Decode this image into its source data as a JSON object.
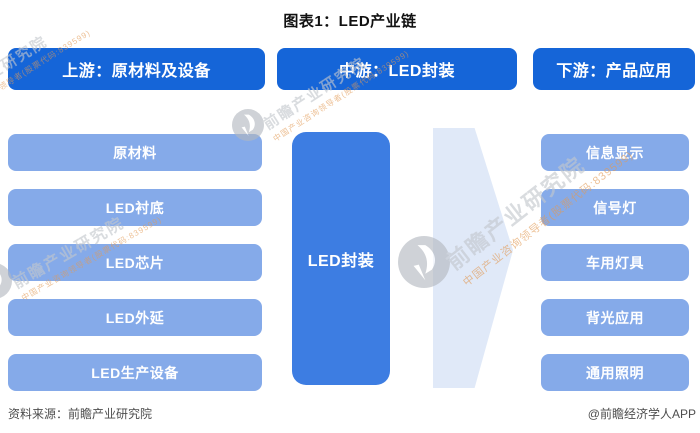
{
  "title": "图表1：LED产业链",
  "columns": {
    "upstream": {
      "header": "上游：原材料及设备",
      "items": [
        "原材料",
        "LED衬底",
        "LED芯片",
        "LED外延",
        "LED生产设备"
      ]
    },
    "midstream": {
      "header": "中游：LED封装",
      "box": "LED封装"
    },
    "downstream": {
      "header": "下游：产品应用",
      "items": [
        "信息显示",
        "信号灯",
        "车用灯具",
        "背光应用",
        "通用照明"
      ]
    }
  },
  "footer": {
    "source": "资料来源：前瞻产业研究院",
    "credit": "@前瞻经济学人APP"
  },
  "watermark": {
    "brand": "前瞻产业研究院",
    "tagline": "中国产业咨询领导者(股票代码:839599)"
  },
  "colors": {
    "header_blue": "#1565d8",
    "node_light_blue": "#85aae9",
    "node_big_blue": "#3d7de2",
    "arrow_fill": "#e0e9f8",
    "footer_gray": "#4d4d4d",
    "watermark_gray": "#c3c7cd",
    "watermark_orange": "#e29a55"
  }
}
